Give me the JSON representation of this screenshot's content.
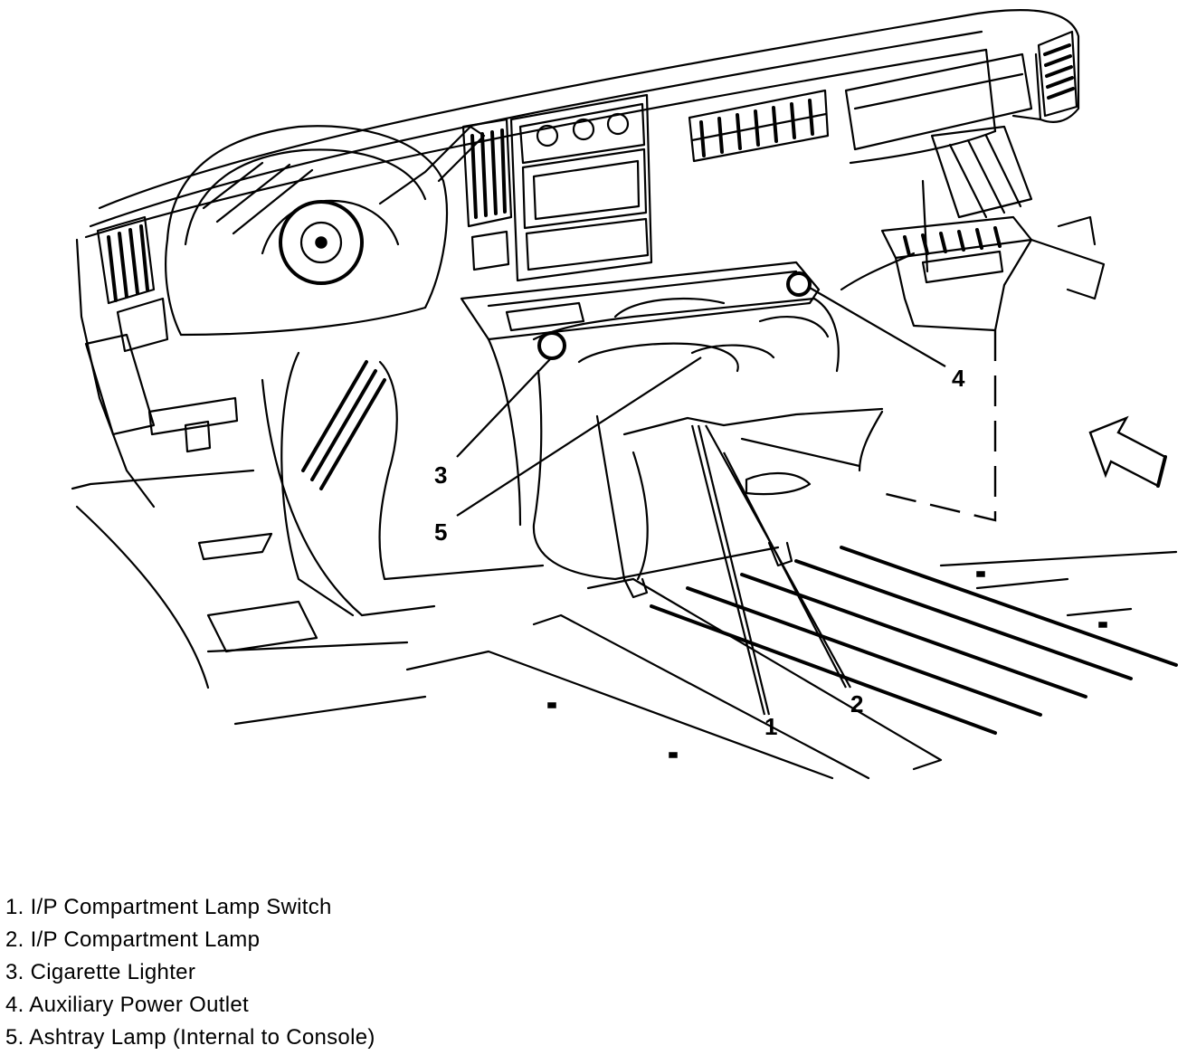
{
  "callouts": [
    {
      "number": "1",
      "label": "I/P Compartment Lamp Switch"
    },
    {
      "number": "2",
      "label": "I/P Compartment Lamp"
    },
    {
      "number": "3",
      "label": "Cigarette Lighter"
    },
    {
      "number": "4",
      "label": "Auxiliary Power Outlet"
    },
    {
      "number": "5",
      "label": "Ashtray Lamp (Internal to Console)"
    }
  ],
  "legend": [
    "1. I/P Compartment Lamp Switch",
    "2. I/P Compartment Lamp",
    "3. Cigarette Lighter",
    "4. Auxiliary Power Outlet",
    "5. Ashtray Lamp (Internal to Console)"
  ],
  "icons": [
    "direction-arrow-icon"
  ]
}
